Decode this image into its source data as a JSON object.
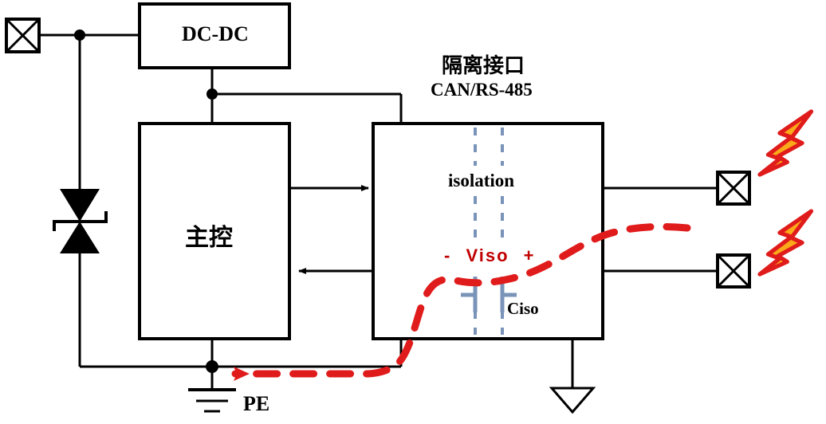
{
  "diagram": {
    "title_cn": "隔离接口",
    "title_en": "CAN/RS-485",
    "colors": {
      "wire": "#000000",
      "surge_path": "#E01B1B",
      "bolt_fill": "#FBA91A",
      "bolt_stroke": "#E01B1B",
      "isolation_barrier": "#7A93B8",
      "viso_text": "#C00000"
    }
  },
  "blocks": {
    "dcdc": {
      "label": "DC-DC"
    },
    "mcu": {
      "label": "主控"
    },
    "isolation": {
      "label": "isolation",
      "viso_label": "Viso",
      "viso_minus": "-",
      "viso_plus": "+",
      "ciso_label": "Ciso"
    }
  },
  "ground": {
    "pe_label": "PE",
    "pe_type": "earth-ground",
    "isolated_type": "chassis-ground-triangle"
  },
  "terminals": [
    {
      "name": "power-input-terminal",
      "position": "left-top"
    },
    {
      "name": "bus-terminal-upper",
      "position": "right-upper"
    },
    {
      "name": "bus-terminal-lower",
      "position": "right-lower"
    }
  ],
  "components": {
    "tvs_diode": {
      "name": "tvs-bidirectional-diode"
    }
  },
  "surge": {
    "bolts": [
      {
        "name": "lightning-bolt-upper"
      },
      {
        "name": "lightning-bolt-lower"
      }
    ],
    "path_name": "surge-current-return-path",
    "direction": "right-to-left-to-PE"
  },
  "signal_arrows": [
    {
      "name": "mcu-to-isolation-arrow",
      "direction": "right"
    },
    {
      "name": "isolation-to-mcu-arrow",
      "direction": "left"
    }
  ]
}
